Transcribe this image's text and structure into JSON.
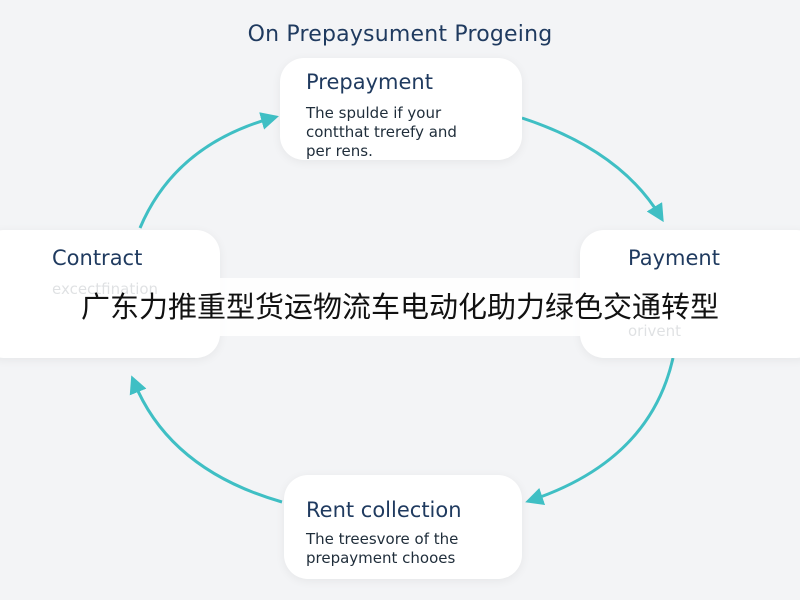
{
  "diagram": {
    "title": "On Prepaysument Progeing",
    "nodes": {
      "prepayment": {
        "title": "Prepayment",
        "lines": [
          "The spulde if your",
          "contthat trerefy and",
          "per rens."
        ]
      },
      "payment": {
        "title": "Payment",
        "lines": [
          "orivent"
        ]
      },
      "contract": {
        "title": "Contract",
        "lines": [
          "excectfination"
        ]
      },
      "rent_collection": {
        "title": "Rent collection",
        "lines": [
          "The treesvore of the",
          "prepayment chooes"
        ]
      }
    },
    "overlay_caption": "广东力推重型货运物流车电动化助力绿色交通转型",
    "colors": {
      "background": "#f3f4f6",
      "card": "#ffffff",
      "arrow": "#3fbfc4",
      "title_text": "#1f3a5f"
    }
  }
}
